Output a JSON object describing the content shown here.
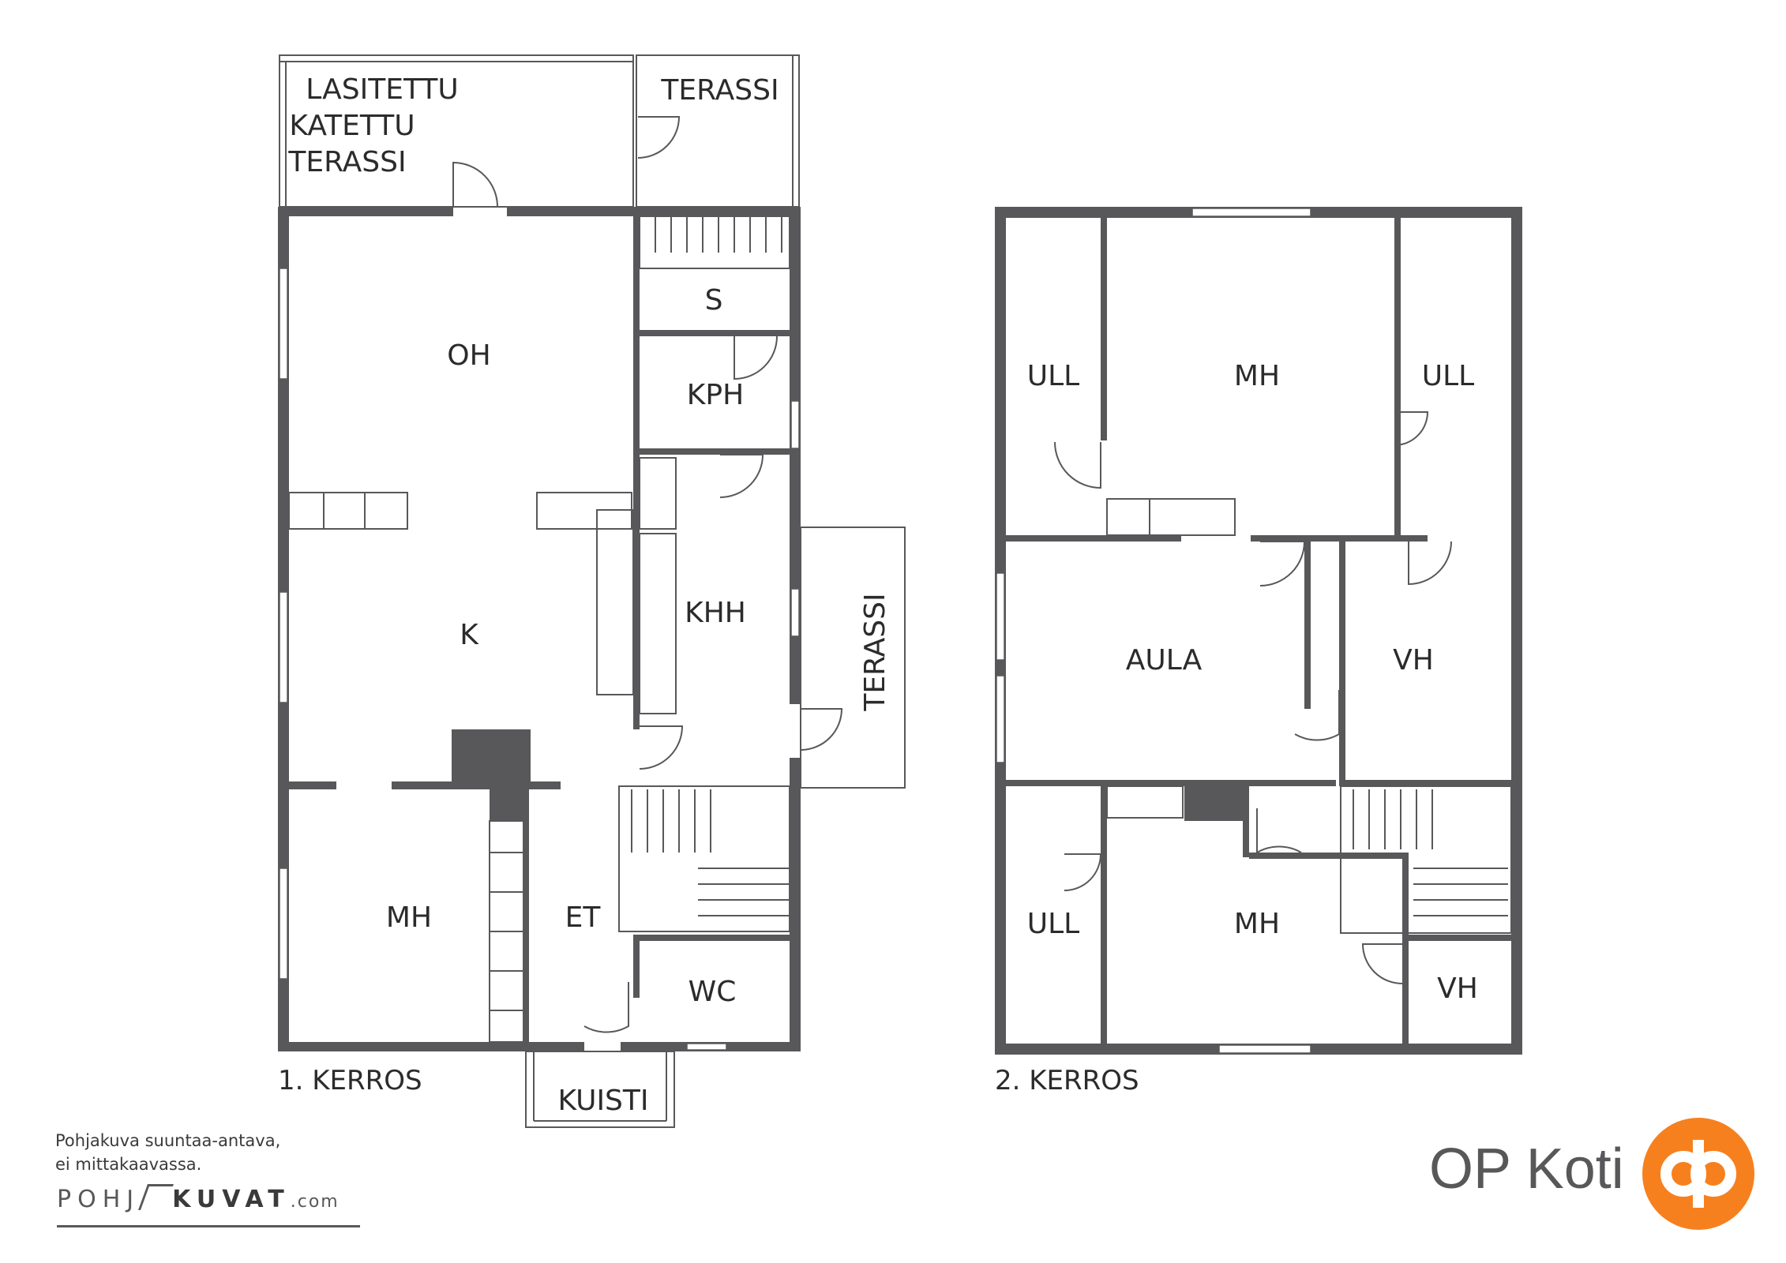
{
  "floor1": {
    "label": "1. KERROS",
    "rooms": {
      "lasitettu": [
        "LASITETTU",
        "KATETTU",
        "TERASSI"
      ],
      "terassi_top": "TERASSI",
      "s": "S",
      "oh": "OH",
      "kph": "KPH",
      "k": "K",
      "khh": "KHH",
      "terassi_side": "TERASSI",
      "mh": "MH",
      "et": "ET",
      "wc": "WC",
      "kuisti": "KUISTI"
    }
  },
  "floor2": {
    "label": "2. KERROS",
    "rooms": {
      "ull_left": "ULL",
      "mh_top": "MH",
      "ull_right": "ULL",
      "aula": "AULA",
      "vh_right": "VH",
      "ull_bottom": "ULL",
      "mh_bottom": "MH",
      "vh_bottom": "VH"
    }
  },
  "note": {
    "line1": "Pohjakuva suuntaa-antava,",
    "line2": "ei mittakaavassa."
  },
  "pohjakuvat_logo": {
    "part1": "POHJ",
    "part2": "KUVAT",
    "part3": ".com"
  },
  "brand": {
    "name": "OP Koti",
    "color": "#f7801e",
    "icon": "op-logo-icon"
  },
  "colors": {
    "wall": "#58585a",
    "background": "#ffffff"
  }
}
